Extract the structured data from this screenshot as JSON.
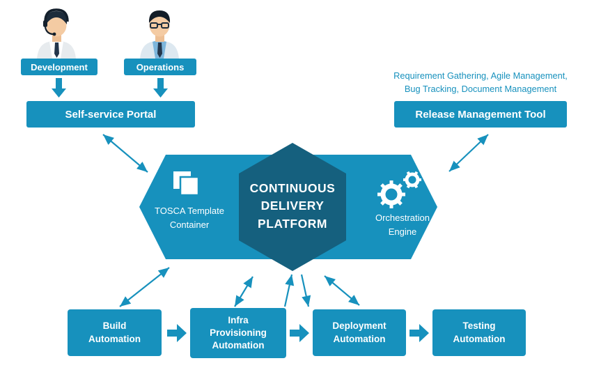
{
  "colors": {
    "primary": "#1791BD",
    "dark_hexagon": "#15607E",
    "text_on_fill": "#FFFFFF"
  },
  "icons": {
    "development_avatar": "person-headset-icon",
    "operations_avatar": "person-glasses-icon",
    "tosca": "layered-squares-icon",
    "orchestration": "gears-icon"
  },
  "actors": [
    {
      "label": "Development"
    },
    {
      "label": "Operations"
    }
  ],
  "portal": {
    "label": "Self-service Portal"
  },
  "release": {
    "note": "Requirement Gathering, Agile Management,\nBug Tracking, Document Management",
    "label": "Release Management Tool"
  },
  "platform": {
    "title": "CONTINUOUS\nDELIVERY\nPLATFORM",
    "tosca_label": "TOSCA Template\nContainer",
    "orchestration_label": "Orchestration\nEngine"
  },
  "pipeline": [
    {
      "label": "Build\nAutomation"
    },
    {
      "label": "Infra\nProvisioning\nAutomation"
    },
    {
      "label": "Deployment\nAutomation"
    },
    {
      "label": "Testing\nAutomation"
    }
  ]
}
